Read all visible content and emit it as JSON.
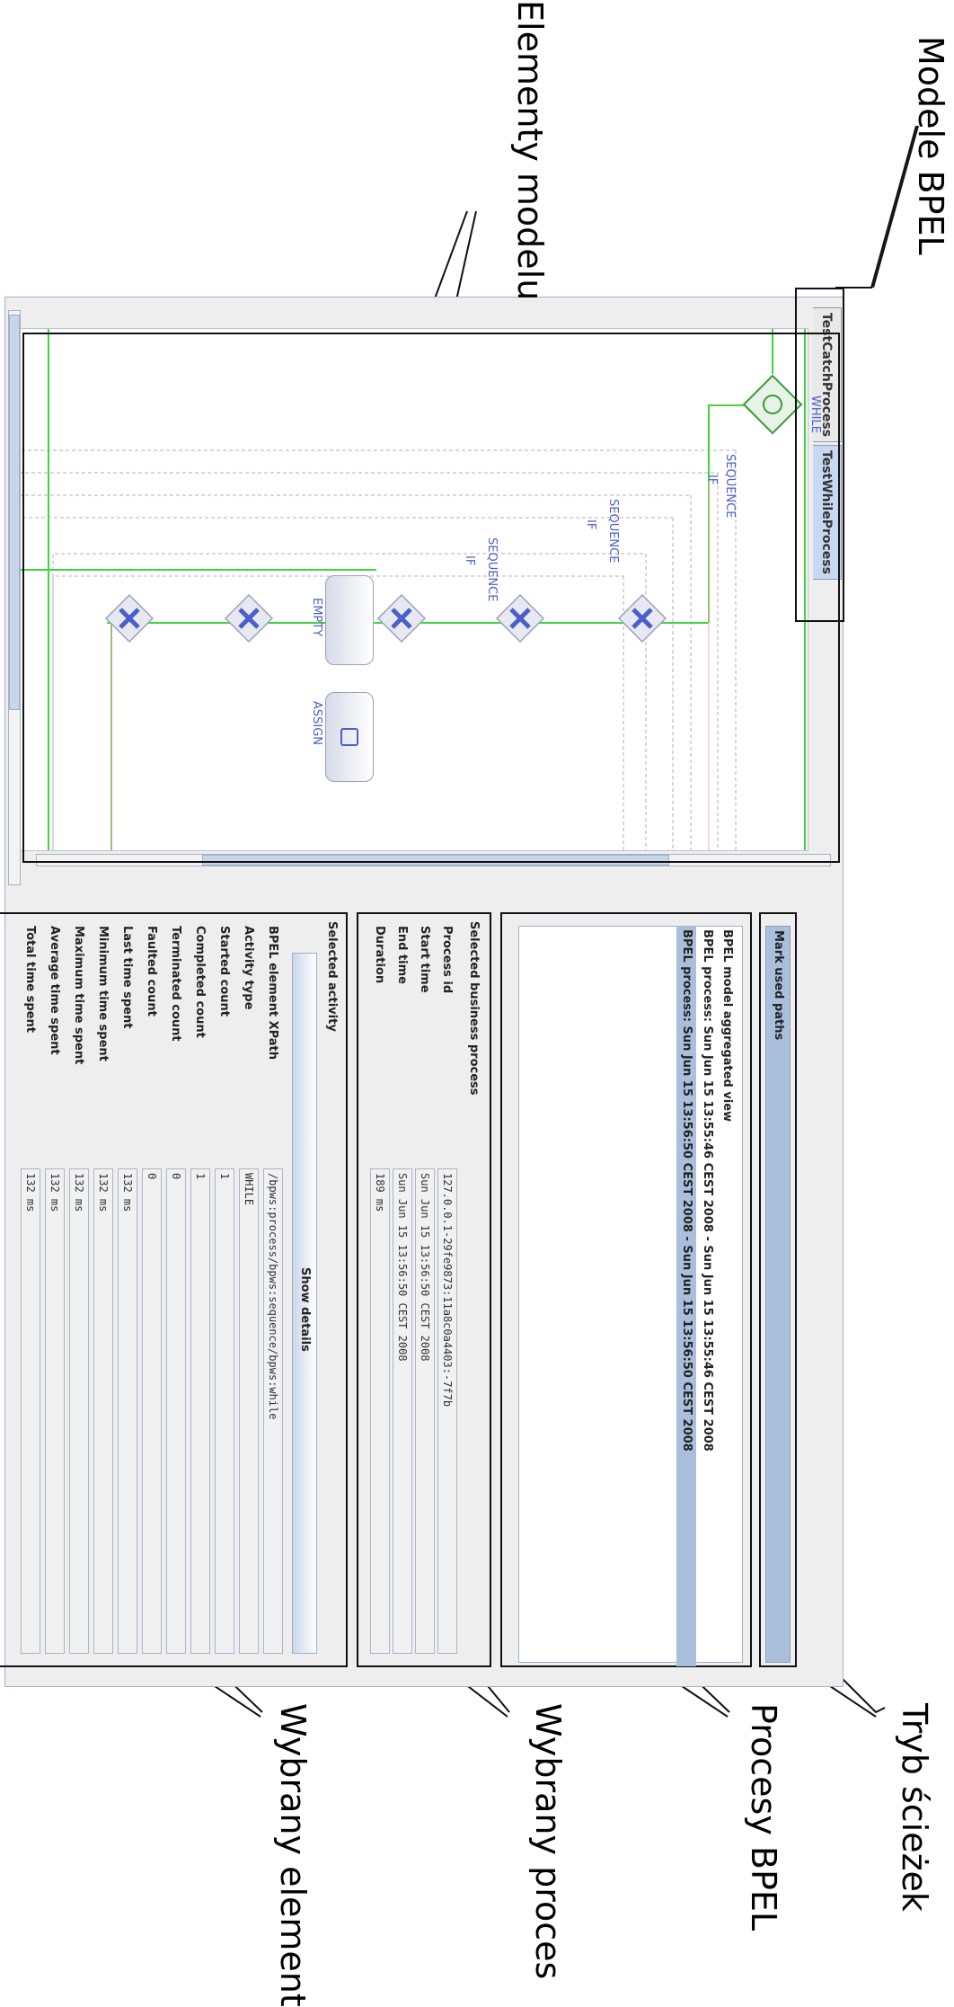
{
  "annotations": {
    "models": "Modele BPEL",
    "elements": "Elementy modelu",
    "path_mode": "Tryb ścieżek",
    "processes": "Procesy BPEL",
    "selected_process": "Wybrany proces",
    "selected_element": "Wybrany element"
  },
  "tabs": [
    {
      "label": "TestCatchProcess",
      "active": false
    },
    {
      "label": "TestWhileProcess",
      "active": true
    }
  ],
  "diagram": {
    "while_label": "WHILE",
    "sequence_label": "SEQUENCE",
    "if_label": "IF",
    "empty_label": "EMPTY",
    "assign_label": "ASSIGN"
  },
  "path_mode": {
    "button_label": "Mark used paths"
  },
  "process_list": {
    "items": [
      {
        "label": "BPEL model aggregated view",
        "selected": false
      },
      {
        "label": "BPEL process: Sun Jun 15 13:55:46 CEST 2008 - Sun Jun 15 13:55:46 CEST 2008",
        "selected": false
      },
      {
        "label": "BPEL process: Sun Jun 15 13:56:50 CEST 2008 - Sun Jun 15 13:56:50 CEST 2008",
        "selected": true
      }
    ]
  },
  "selected_process": {
    "title": "Selected business process",
    "rows": [
      {
        "label": "Process id",
        "value": "127.0.0.1-29fe9873:11a8c0a4403:-7f7b"
      },
      {
        "label": "Start time",
        "value": "Sun Jun 15 13:56:50 CEST 2008"
      },
      {
        "label": "End time",
        "value": "Sun Jun 15 13:56:50 CEST 2008"
      },
      {
        "label": "Duration",
        "value": "189 ms"
      }
    ]
  },
  "selected_activity": {
    "title": "Selected activity",
    "show_details_label": "Show details",
    "rows": [
      {
        "label": "BPEL element XPath",
        "value": "/bpws:process/bpws:sequence/bpws:while"
      },
      {
        "label": "Activity type",
        "value": "WHILE"
      },
      {
        "label": "Started count",
        "value": "1"
      },
      {
        "label": "Completed count",
        "value": "1"
      },
      {
        "label": "Terminated count",
        "value": "0"
      },
      {
        "label": "Faulted count",
        "value": "0"
      },
      {
        "label": "Last time spent",
        "value": "132 ms"
      },
      {
        "label": "Minimum time spent",
        "value": "132 ms"
      },
      {
        "label": "Maximum time spent",
        "value": "132 ms"
      },
      {
        "label": "Average time spent",
        "value": "132 ms"
      },
      {
        "label": "Total time spent",
        "value": "132 ms"
      }
    ]
  },
  "colors": {
    "flow": "#3fd63f",
    "node_blue": "#4a5fc8",
    "selection": "#a9bfdc",
    "tab_active": "#c6d8f2"
  }
}
